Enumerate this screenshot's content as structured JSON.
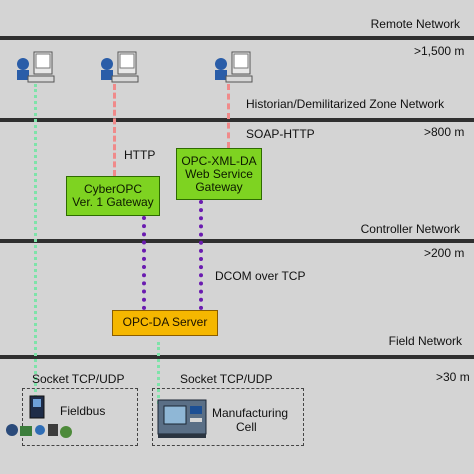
{
  "zones": {
    "remote": {
      "name": "Remote Network",
      "distance": ">1,500 m"
    },
    "historian": {
      "name": "Historian/Demilitarized Zone Network",
      "distance": ">800 m"
    },
    "controller": {
      "name": "Controller Network",
      "distance": ">200 m"
    },
    "field": {
      "name": "Field Network",
      "distance": ">30 m"
    }
  },
  "nodes": {
    "cyberopc": {
      "line1": "CyberOPC",
      "line2": "Ver. 1 Gateway"
    },
    "opcxml": {
      "line1": "OPC-XML-DA",
      "line2": "Web Service",
      "line3": "Gateway"
    },
    "opcda": {
      "label": "OPC-DA Server"
    }
  },
  "protocols": {
    "http": "HTTP",
    "soap": "SOAP-HTTP",
    "dcom": "DCOM over TCP",
    "socket_left": "Socket TCP/UDP",
    "socket_right": "Socket TCP/UDP"
  },
  "devices": {
    "fieldbus": "Fieldbus",
    "cell_line1": "Manufacturing",
    "cell_line2": "Cell"
  },
  "icons": {
    "workstation": "desktop-computer-icon",
    "fieldbus": "fieldbus-devices-icon",
    "cell": "manufacturing-cell-icon"
  },
  "colors": {
    "gateway": "#7ed321",
    "server": "#f5b700",
    "http_link": "#f08a8a",
    "dcom_link": "#6a1bb0",
    "socket_link": "#7ee3a9"
  }
}
